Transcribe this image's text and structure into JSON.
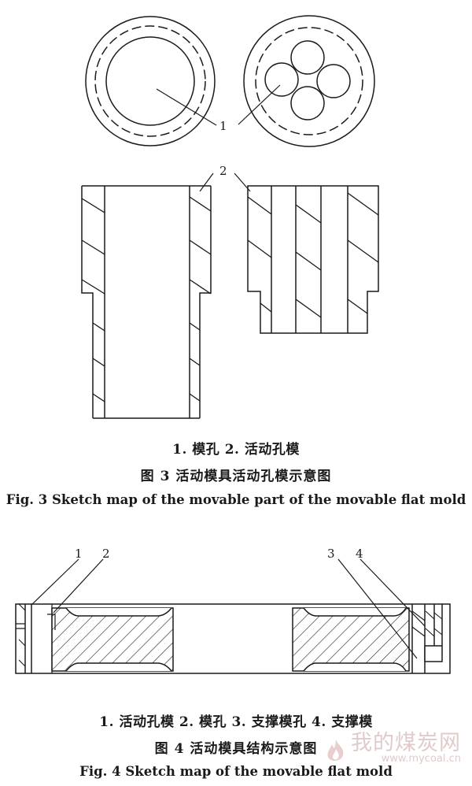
{
  "figure3": {
    "callouts": {
      "mold_hole": "1",
      "movable_hole_mold": "2"
    },
    "legend": "1. 模孔   2. 活动孔模",
    "title_cn": "图 3   活动模具活动孔模示意图",
    "title_en": "Fig. 3   Sketch map of the movable part of the movable flat mold"
  },
  "figure4": {
    "callouts": {
      "movable_hole_mold": "1",
      "mold_hole": "2",
      "support_mold_hole": "3",
      "support_mold": "4"
    },
    "legend": "1. 活动孔模   2. 模孔   3. 支撑模孔   4. 支撑模",
    "title_cn": "图 4   活动模具结构示意图",
    "title_en": "Fig. 4   Sketch map of the movable flat mold"
  },
  "watermark": {
    "text": "我的煤炭网",
    "url": "www.mycoal.cn",
    "logo_icon": "flame-logo-icon"
  }
}
